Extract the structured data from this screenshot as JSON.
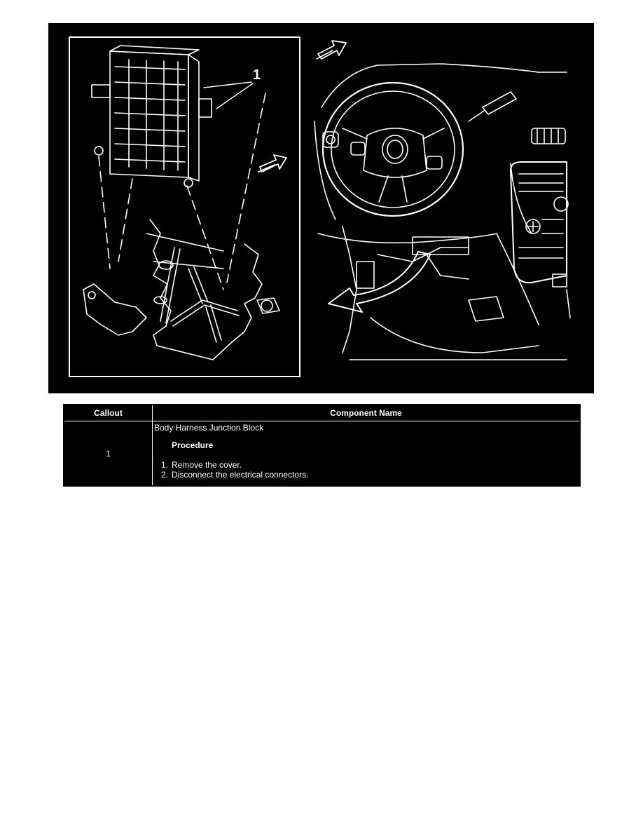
{
  "figure": {
    "callout_label": "1"
  },
  "table": {
    "headers": {
      "callout": "Callout",
      "component": "Component Name"
    },
    "rows": [
      {
        "callout": "1",
        "component_name": "Body Harness Junction Block",
        "procedure_heading": "Procedure",
        "steps": [
          {
            "num": "1.",
            "text": "Remove the cover."
          },
          {
            "num": "2.",
            "text": "Disconnect the electrical connectors."
          }
        ]
      }
    ]
  },
  "colors": {
    "illustration_background": "#000000",
    "line_art": "#ffffff",
    "page_background": "#ffffff"
  }
}
